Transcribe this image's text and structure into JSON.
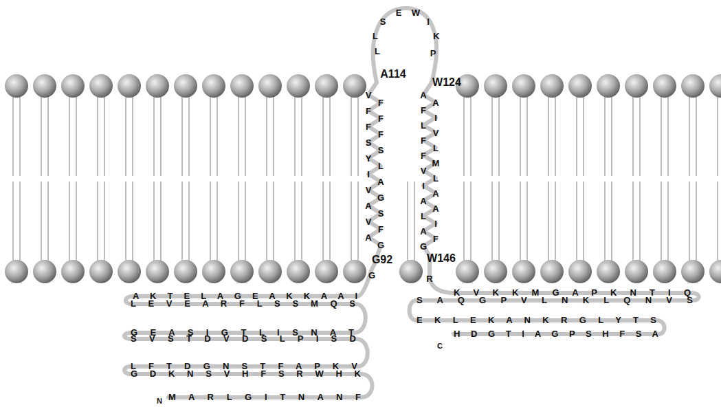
{
  "diagram": {
    "labels": [
      "A114",
      "W124",
      "G92",
      "W146",
      "L",
      "L",
      "S",
      "E",
      "W",
      "I",
      "K",
      "P",
      "V",
      "F",
      "F",
      "F",
      "F",
      "F",
      "S",
      "S",
      "Y",
      "L",
      "I",
      "A",
      "V",
      "G",
      "A",
      "S",
      "V",
      "F",
      "A",
      "G",
      "A",
      "A",
      "F",
      "I",
      "L",
      "V",
      "F",
      "L",
      "F",
      "M",
      "V",
      "L",
      "I",
      "A",
      "A",
      "A",
      "L",
      "I",
      "A",
      "F",
      "G",
      "G",
      "R",
      "A K T E L A G E A K K A A I",
      "L E V E A R F L S S M Q S",
      "G E A S I G T L I S N A T",
      "S V S T D V D S L P I S D",
      "L F T D G N S T F A P K V",
      "G D K N S V H F S R W H K",
      "M A R L G I T N A N F",
      "K V K K M G A P K N T I Q",
      "S A Q G P V L N K L Q N V S",
      "E K L E K A N K R G L Y T S",
      "H D G T I A G P S H F S A",
      "N",
      "C"
    ]
  }
}
